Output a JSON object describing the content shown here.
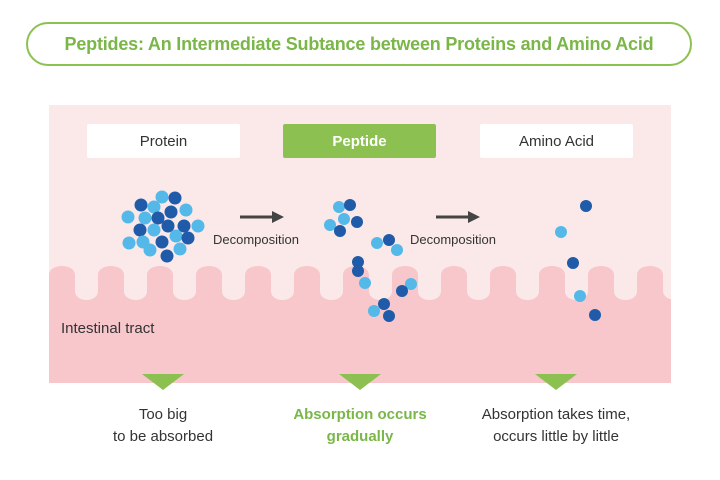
{
  "title": "Peptides: An Intermediate Subtance between Proteins and Amino Acid",
  "stages": [
    {
      "label": "Protein",
      "caption": [
        "Too big",
        "to be absorbed"
      ]
    },
    {
      "label": "Peptide",
      "caption": [
        "Absorption occurs",
        "gradually"
      ]
    },
    {
      "label": "Amino Acid",
      "caption": [
        "Absorption takes time,",
        "occurs little by little"
      ]
    }
  ],
  "arrows": [
    "Decomposition",
    "Decomposition"
  ],
  "tract_label": "Intestinal tract",
  "colors": {
    "accent_green": "#8cc152",
    "title_green": "#7ab648",
    "background_pink": "#fbe9e9",
    "intestine_pink": "#f7c7cc",
    "dark_blue": "#1f5ba8",
    "light_blue": "#54b9e9",
    "arrow_gray": "#444444"
  }
}
